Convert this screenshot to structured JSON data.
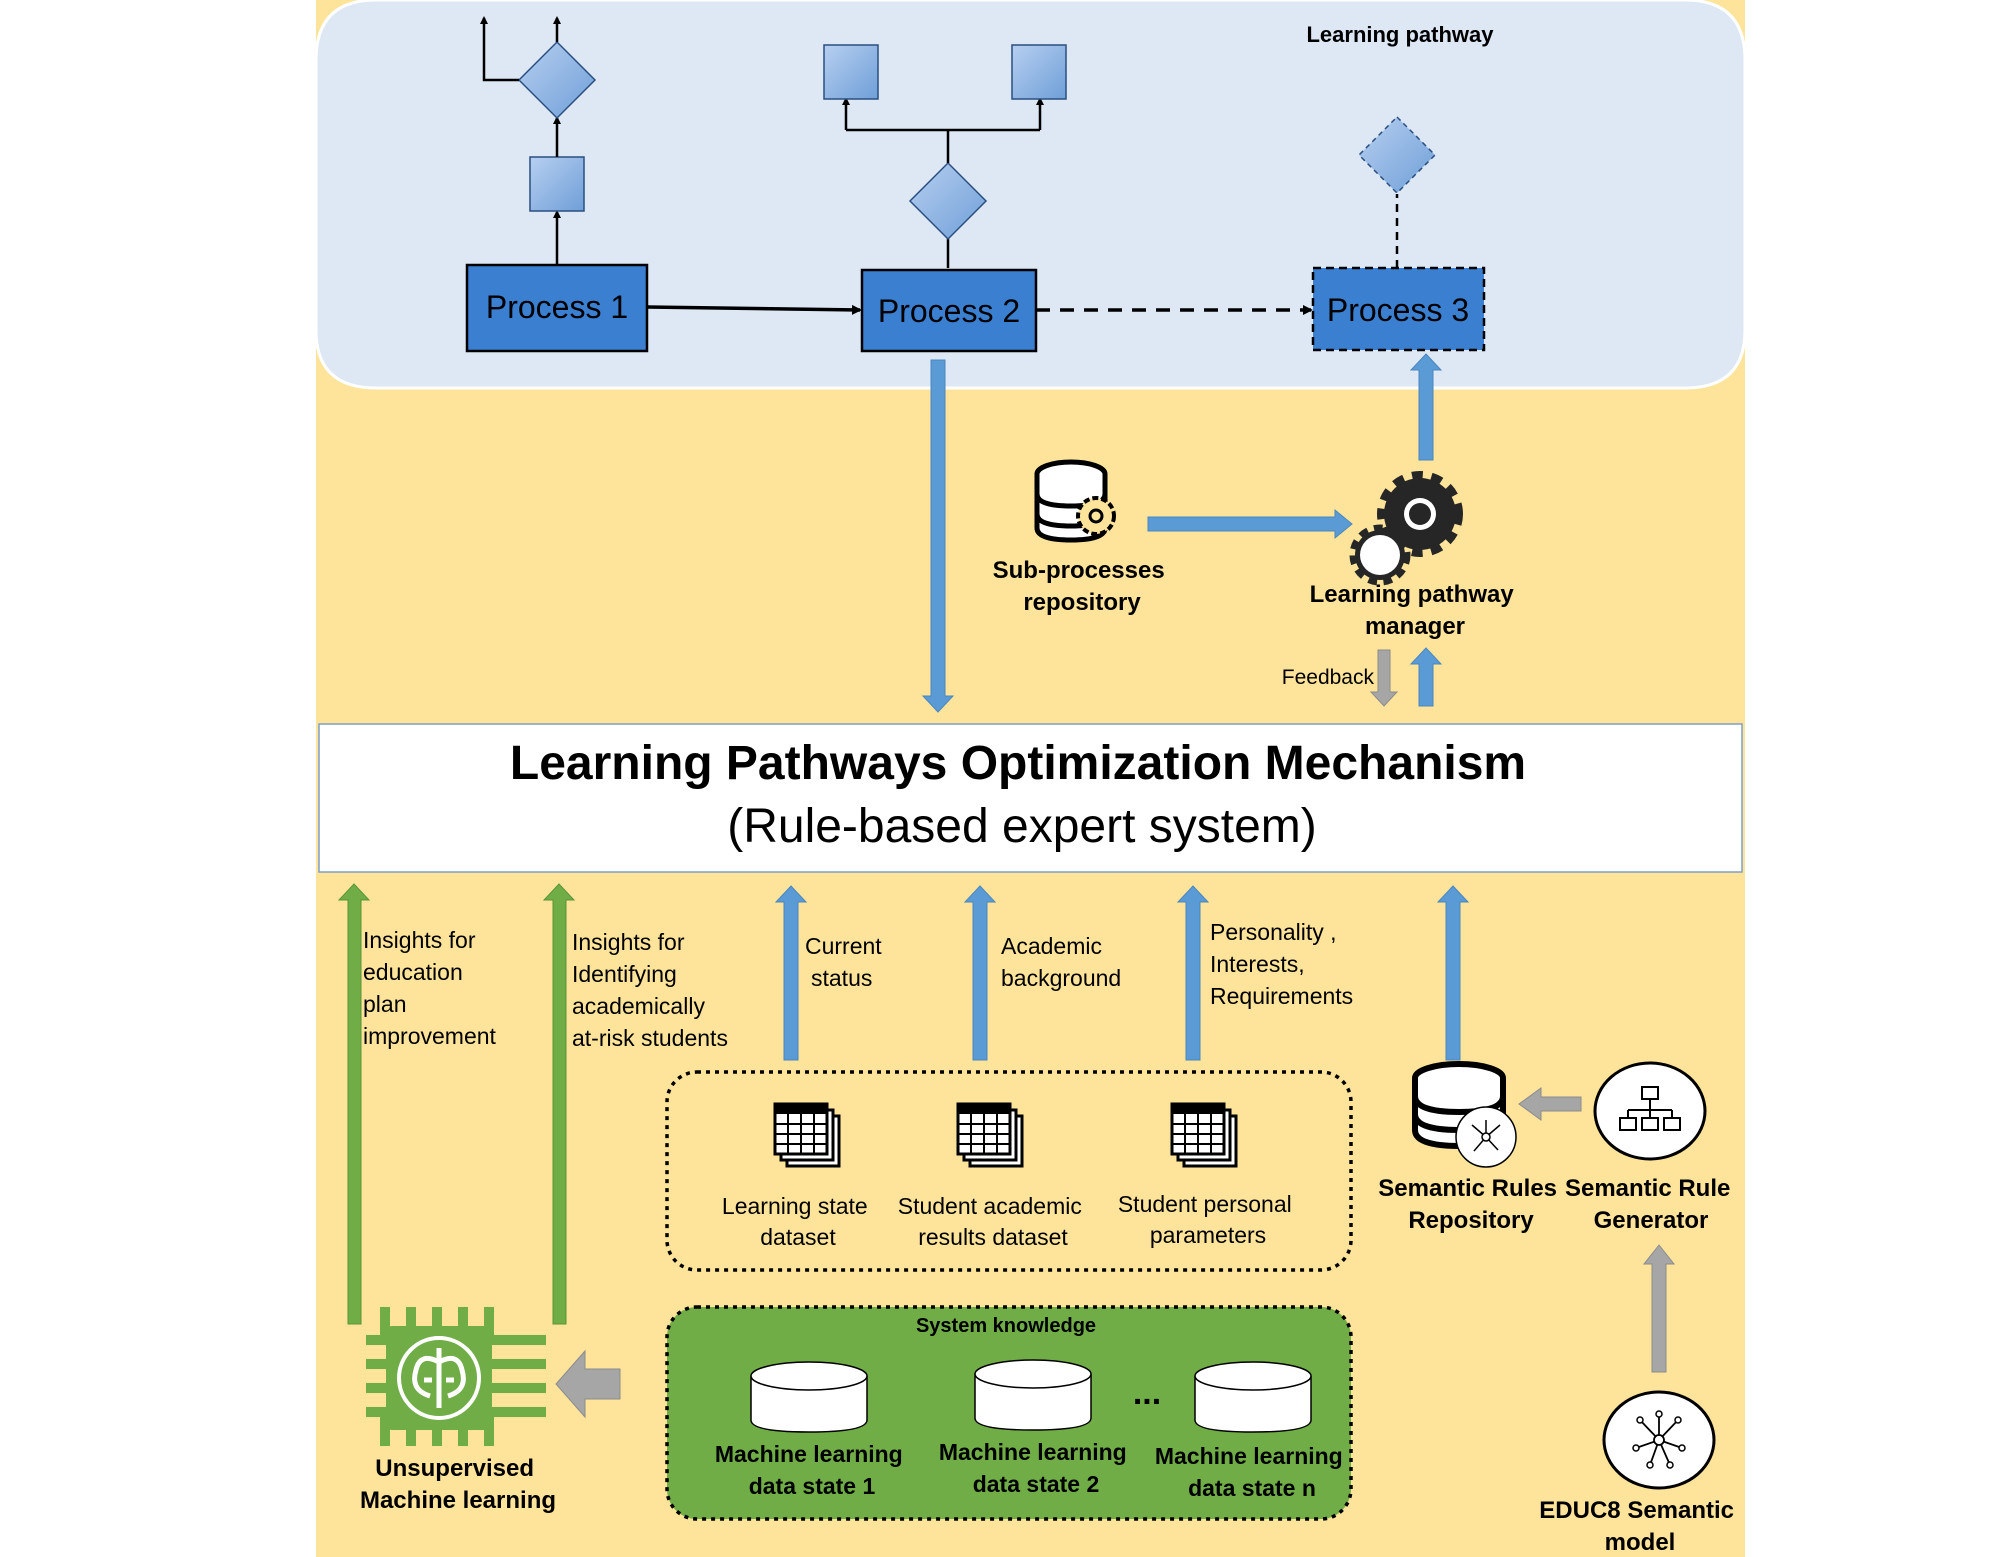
{
  "pathway": {
    "title": "Learning pathway",
    "process1": "Process 1",
    "process2": "Process 2",
    "process3": "Process 3"
  },
  "components": {
    "subprocesses_repo": [
      "Sub-processes",
      "repository"
    ],
    "pathway_manager": [
      "Learning pathway",
      "manager"
    ],
    "feedback": "Feedback",
    "semantic_rules_repo": [
      "Semantic Rules",
      "Repository"
    ],
    "semantic_rule_generator": [
      "Semantic Rule",
      "Generator"
    ],
    "educ8_model": [
      "EDUC8 Semantic",
      "model"
    ],
    "unsupervised_ml": [
      "Unsupervised",
      "Machine learning"
    ]
  },
  "mechanism": {
    "title": "Learning Pathways Optimization  Mechanism",
    "subtitle": "(Rule-based expert system)"
  },
  "inputs": {
    "insights_plan": [
      "Insights for",
      "education",
      "plan",
      "improvement"
    ],
    "insights_risk": [
      "Insights for",
      "Identifying",
      "academically",
      "at-risk students"
    ],
    "current_status": [
      "Current",
      "status"
    ],
    "academic_background": [
      "Academic",
      "background"
    ],
    "personality": [
      "Personality ,",
      "Interests,",
      "Requirements"
    ]
  },
  "datasets": {
    "learning_state": [
      "Learning state",
      "dataset"
    ],
    "academic_results": [
      "Student academic",
      "results dataset"
    ],
    "personal_params": [
      "Student personal",
      "parameters"
    ]
  },
  "system_knowledge": {
    "title": "System knowledge",
    "state1": [
      "Machine learning",
      "data state 1"
    ],
    "state2": [
      "Machine learning",
      "data state 2"
    ],
    "ellipsis": "...",
    "staten": [
      "Machine learning",
      "data state n"
    ]
  },
  "colors": {
    "background_yellow": "#fde49a",
    "pathway_panel": "#dde8f4",
    "process_box": "#3a7fd0",
    "shape_blue": "#8fb4e3",
    "arrow_blue": "#5b9bd5",
    "arrow_green": "#70ad47",
    "arrow_gray": "#a6a6a6",
    "knowledge_green": "#70ad47"
  }
}
